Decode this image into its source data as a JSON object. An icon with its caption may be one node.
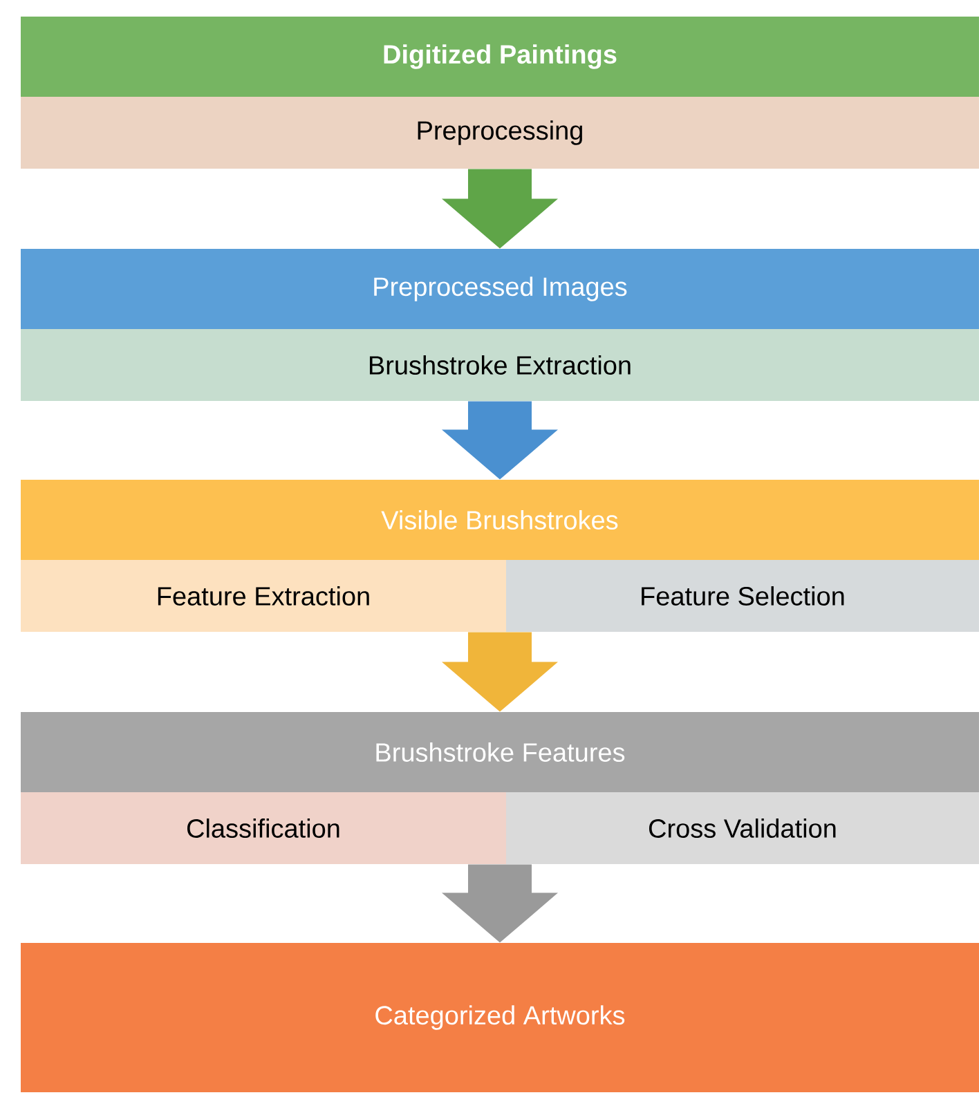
{
  "diagram": {
    "nodes": [
      {
        "text": [
          "Digitized Paintings"
        ]
      },
      {
        "text": [
          "Preprocessing"
        ]
      },
      {
        "text": [
          "Preprocessed Images"
        ]
      },
      {
        "text": [
          "Brushstroke Extraction"
        ]
      },
      {
        "text": [
          "Visible Brushstrokes"
        ]
      },
      {
        "text": [
          "Feature Extraction"
        ]
      },
      {
        "text": [
          "Feature Selection"
        ]
      },
      {
        "text": [
          "Brushstroke Features"
        ]
      },
      {
        "text": [
          "Classification"
        ]
      },
      {
        "text": [
          "Cross Validation"
        ]
      },
      {
        "text": [
          "Categorized Artworks"
        ]
      }
    ],
    "edges": [
      {
        "from": 1,
        "to": 2,
        "arrow": "to",
        "color": "#5fa548"
      },
      {
        "from": 3,
        "to": 4,
        "arrow": "to",
        "color": "#4a90d0"
      },
      {
        "from": 5,
        "to": 7,
        "arrow": "to",
        "color": "#f0b53a"
      },
      {
        "from": 6,
        "to": 7,
        "arrow": "to",
        "color": "#f0b53a"
      },
      {
        "from": 8,
        "to": 10,
        "arrow": "to",
        "color": "#9a9a9a"
      },
      {
        "from": 9,
        "to": 10,
        "arrow": "to",
        "color": "#9a9a9a"
      }
    ]
  }
}
